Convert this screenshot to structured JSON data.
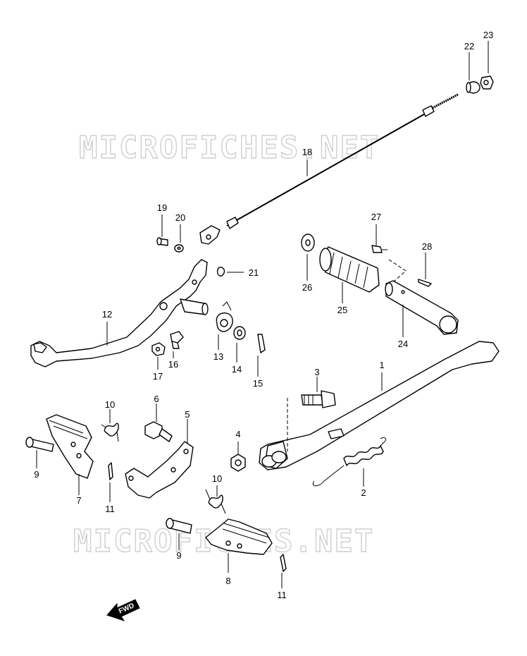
{
  "watermark": "MICROFICHES.NET",
  "fwd_label": "FWD",
  "callouts": {
    "c1": "1",
    "c2": "2",
    "c3": "3",
    "c4": "4",
    "c5": "5",
    "c6": "6",
    "c7": "7",
    "c8": "8",
    "c9a": "9",
    "c9b": "9",
    "c10a": "10",
    "c10b": "10",
    "c11a": "11",
    "c11b": "11",
    "c12": "12",
    "c13": "13",
    "c14": "14",
    "c15": "15",
    "c16": "16",
    "c17": "17",
    "c18": "18",
    "c19": "19",
    "c20": "20",
    "c21": "21",
    "c22": "22",
    "c23": "23",
    "c24": "24",
    "c25": "25",
    "c26": "26",
    "c27": "27",
    "c28": "28"
  }
}
